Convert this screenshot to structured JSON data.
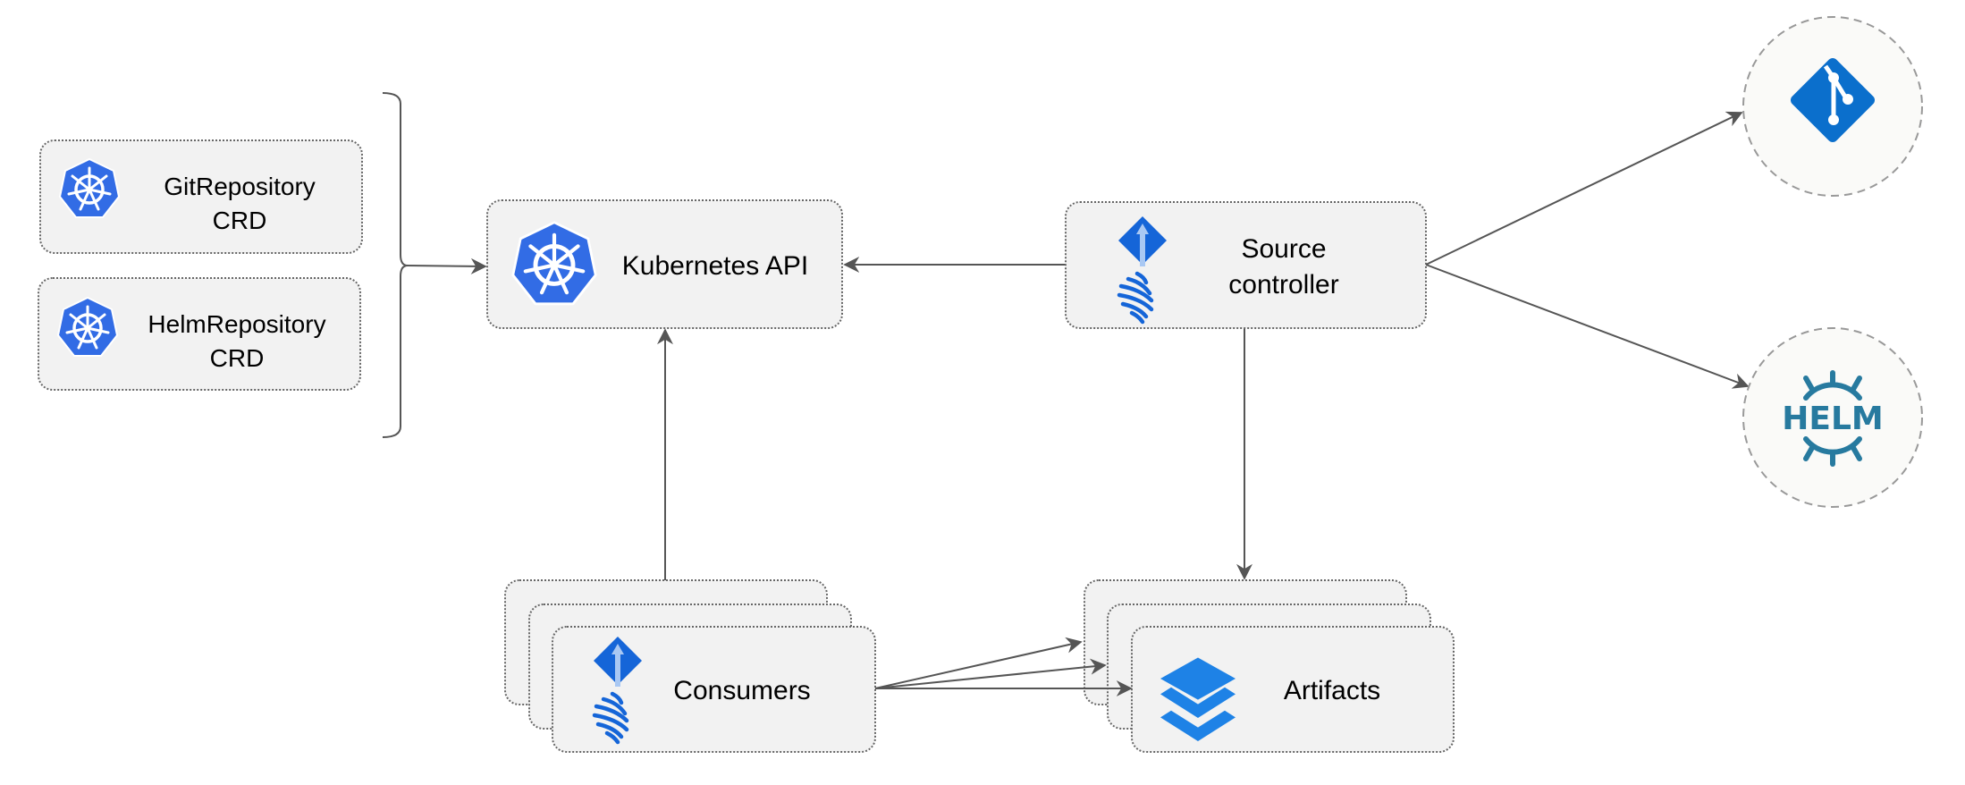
{
  "nodes": {
    "git_crd": {
      "line1": "GitRepository",
      "line2": "CRD",
      "icon": "kubernetes-icon"
    },
    "helm_crd": {
      "line1": "HelmRepository",
      "line2": "CRD",
      "icon": "kubernetes-icon"
    },
    "k8s_api": {
      "label": "Kubernetes API",
      "icon": "kubernetes-icon"
    },
    "source_controller": {
      "line1": "Source",
      "line2": "controller",
      "icon": "flux-icon"
    },
    "consumers": {
      "label": "Consumers",
      "icon": "flux-icon"
    },
    "artifacts": {
      "label": "Artifacts",
      "icon": "layers-icon"
    },
    "git": {
      "icon": "git-icon"
    },
    "helm": {
      "icon": "helm-icon",
      "logo_text": "HELM"
    }
  },
  "colors": {
    "k8s_blue": "#326ce5",
    "flux_blue": "#1565d8",
    "git_blue": "#0b6fcc",
    "helm_teal": "#277a9f",
    "layers_blue": "#1e82e6",
    "node_fill": "#f2f2f2",
    "edge": "#555555"
  },
  "edges": [
    {
      "from": "crds",
      "to": "k8s_api"
    },
    {
      "from": "source_controller",
      "to": "k8s_api"
    },
    {
      "from": "source_controller",
      "to": "git"
    },
    {
      "from": "source_controller",
      "to": "helm"
    },
    {
      "from": "source_controller",
      "to": "artifacts"
    },
    {
      "from": "consumers",
      "to": "k8s_api"
    },
    {
      "from": "consumers",
      "to": "artifacts"
    }
  ]
}
